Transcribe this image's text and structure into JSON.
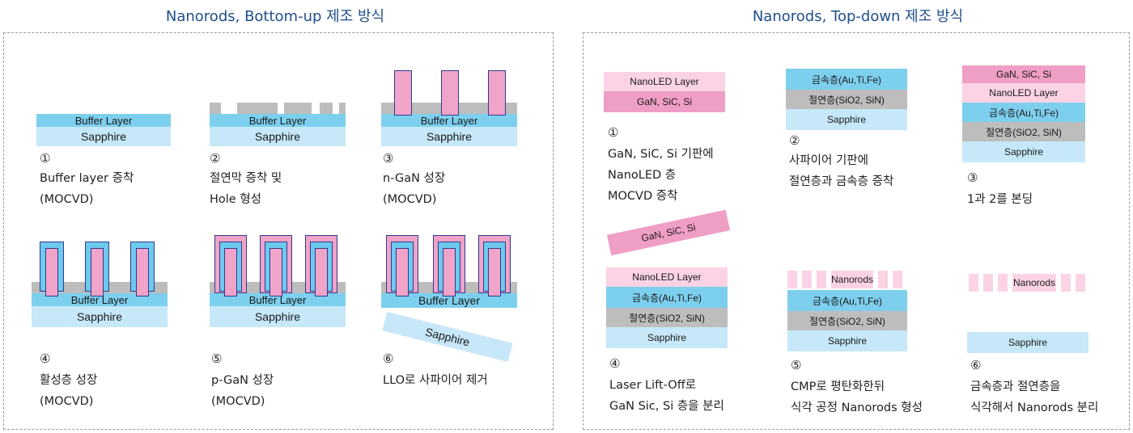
{
  "titles": {
    "left": "Nanorods, Bottom-up 제조 방식",
    "right": "Nanorods, Top-down 제조 방식"
  },
  "layers": {
    "buffer": "Buffer Layer",
    "sapphire": "Sapphire",
    "nanoled": "NanoLED Layer",
    "gan": "GaN, SiC, Si",
    "metal": "금속층(Au,Ti,Fe)",
    "insulator": "절연층(SiO2, SiN)",
    "nanoled2": "NanoLED Layer",
    "nanorods": "Nanorods"
  },
  "bottom_up": [
    {
      "num": "①",
      "line1": "Buffer layer 증착",
      "line2": "(MOCVD)"
    },
    {
      "num": "②",
      "line1": "절연막 증착 및",
      "line2": "Hole 형성"
    },
    {
      "num": "③",
      "line1": "n-GaN 성장",
      "line2": "(MOCVD)"
    },
    {
      "num": "④",
      "line1": "활성층 성장",
      "line2": "(MOCVD)"
    },
    {
      "num": "⑤",
      "line1": "p-GaN 성장",
      "line2": "(MOCVD)"
    },
    {
      "num": "⑥",
      "line1": "LLO로 사파이어 제거",
      "line2": ""
    }
  ],
  "top_down": [
    {
      "num": "①",
      "line1": "GaN, SiC, Si 기판에",
      "line2": "NanoLED 층",
      "line3": "MOCVD 증착"
    },
    {
      "num": "②",
      "line1": "사파이어 기판에",
      "line2": "절연층과 금속층 증착",
      "line3": ""
    },
    {
      "num": "③",
      "line1": "1과 2를 본딩",
      "line2": "",
      "line3": ""
    },
    {
      "num": "④",
      "line1": "Laser Lift-Off로",
      "line2": "GaN Sic, Si 층을 분리",
      "line3": ""
    },
    {
      "num": "⑤",
      "line1": "CMP로 평탄화한뒤",
      "line2": "식각 공정 Nanorods 형성",
      "line3": ""
    },
    {
      "num": "⑥",
      "line1": "금속층과 절연층을",
      "line2": "식각해서 Nanorods 분리",
      "line3": ""
    }
  ]
}
